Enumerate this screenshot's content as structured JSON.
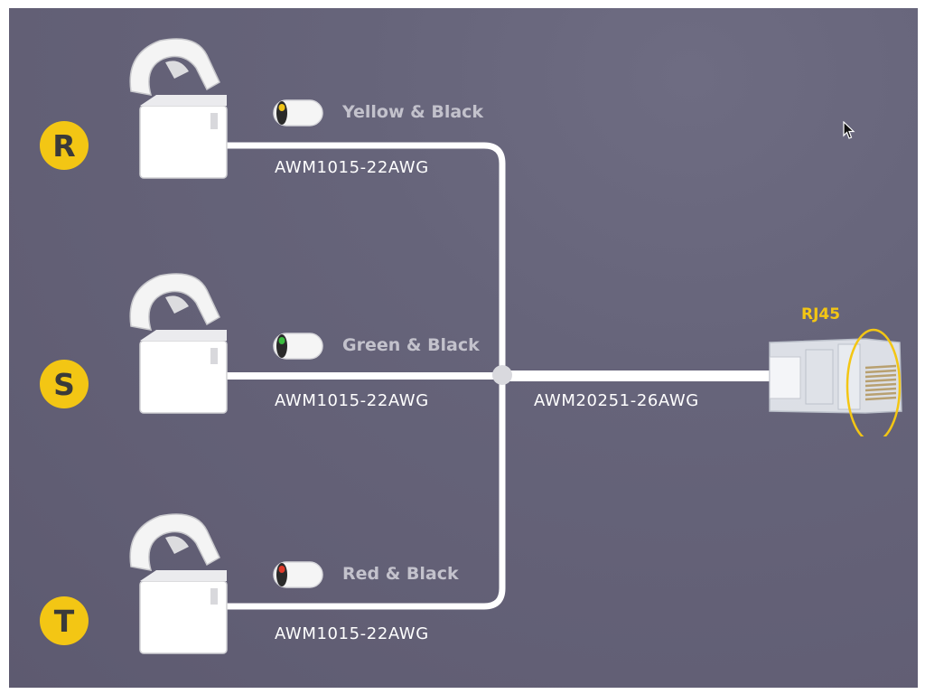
{
  "phases": [
    {
      "letter": "R",
      "color_label": "Yellow & Black",
      "cable": "AWM1015-22AWG",
      "chip_color": "#f0c419"
    },
    {
      "letter": "S",
      "color_label": "Green & Black",
      "cable": "AWM1015-22AWG",
      "chip_color": "#3bbd3f"
    },
    {
      "letter": "T",
      "color_label": "Red & Black",
      "cable": "AWM1015-22AWG",
      "chip_color": "#e03a2a"
    }
  ],
  "main_cable": "AWM20251-26AWG",
  "connector": "RJ45",
  "colors": {
    "accent": "#f3c614",
    "wire": "#ffffff",
    "background": "#625f75"
  }
}
